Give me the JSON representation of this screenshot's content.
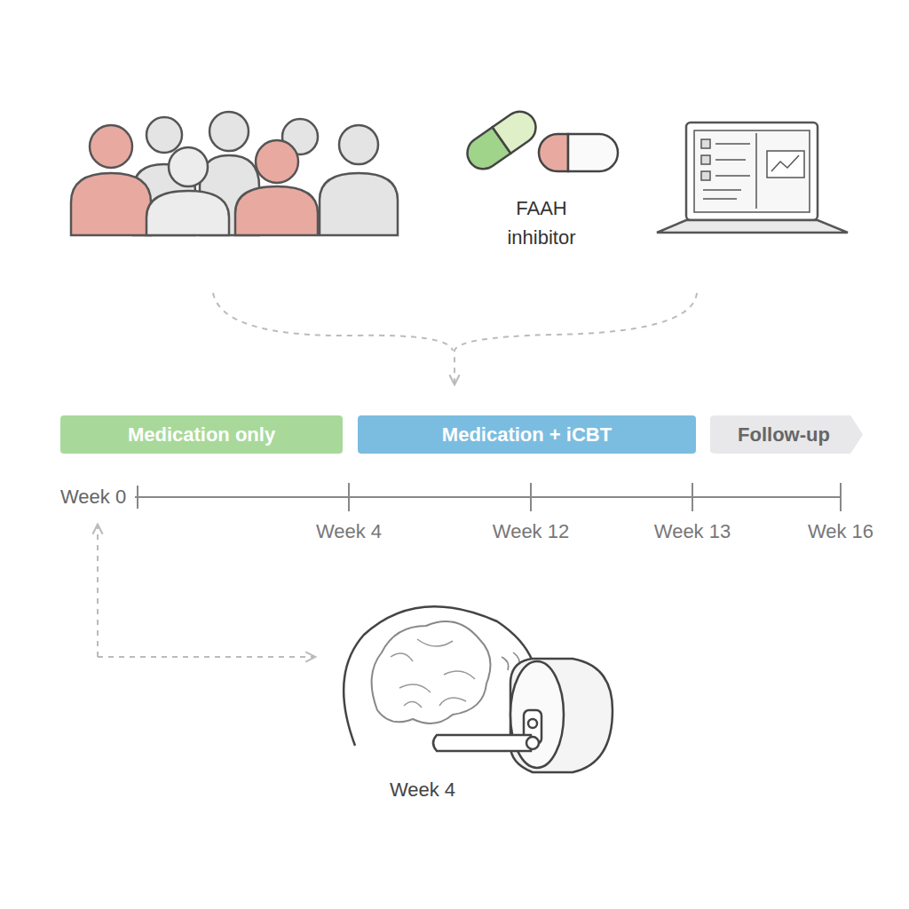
{
  "diagram": {
    "nodes": [
      {
        "text": [
          "Medication only"
        ]
      },
      {
        "text": [
          "Medication + iCBT"
        ]
      },
      {
        "text": [
          "Follow-up"
        ]
      }
    ],
    "labels": [
      "FAAH inhibitor",
      "Week 0",
      "Week 4",
      "Week 12",
      "Week 13",
      "Wek 16",
      "Week 4"
    ]
  }
}
